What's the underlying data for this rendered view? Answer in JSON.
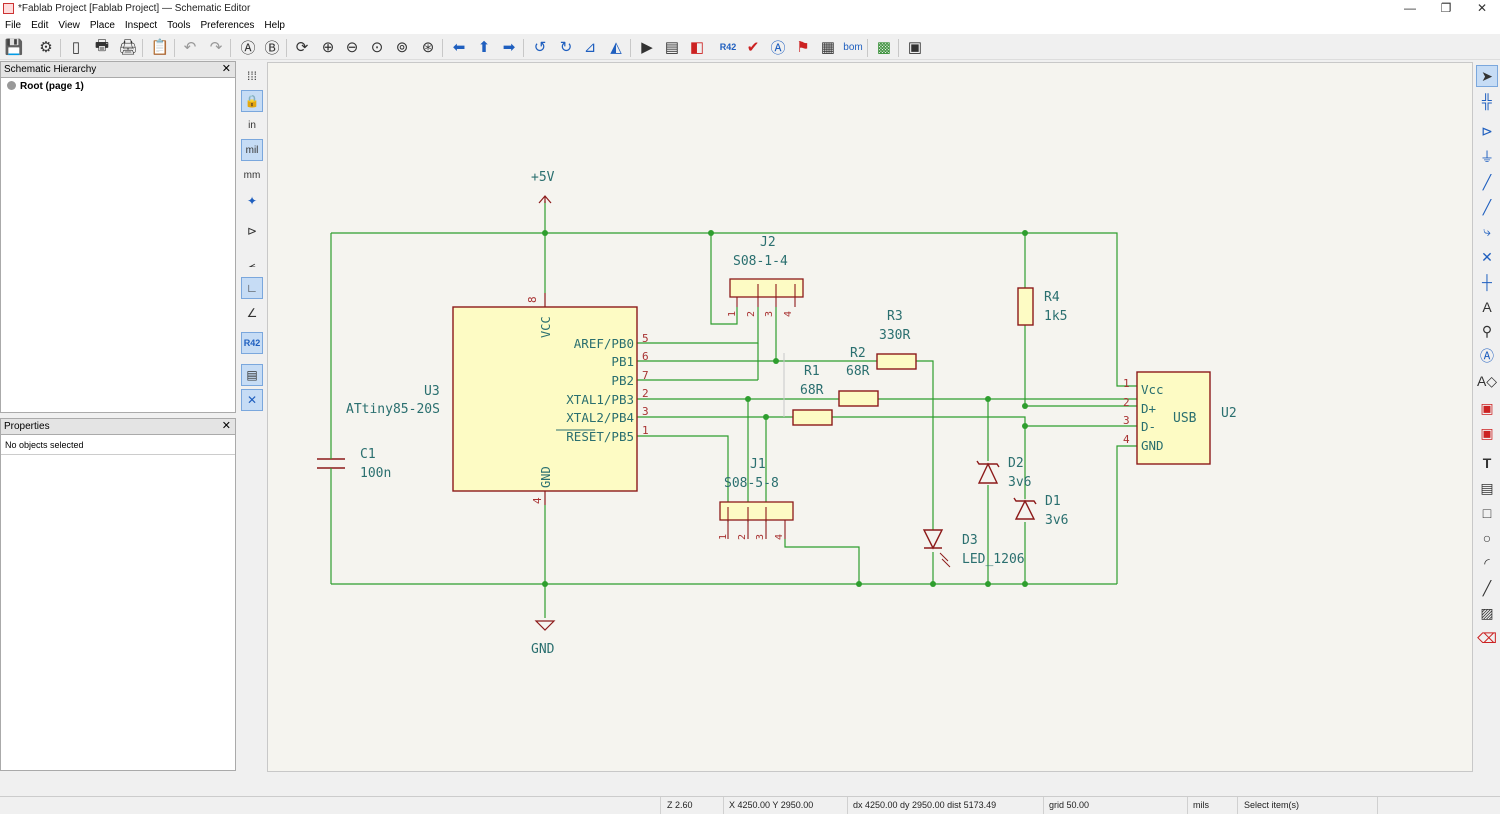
{
  "window": {
    "title": "*Fablab Project [Fablab Project] — Schematic Editor",
    "minimize": "—",
    "maximize": "❐",
    "close": "✕"
  },
  "menu": [
    "File",
    "Edit",
    "View",
    "Place",
    "Inspect",
    "Tools",
    "Preferences",
    "Help"
  ],
  "hierarchy": {
    "title": "Schematic Hierarchy",
    "close": "✕",
    "root": "Root (page 1)"
  },
  "properties": {
    "title": "Properties",
    "close": "✕",
    "selection": "No objects selected"
  },
  "left_tool_labels": {
    "in": "in",
    "mil": "mil",
    "mm": "mm"
  },
  "schematic": {
    "power_5v": "+5V",
    "gnd": "GND",
    "u3": {
      "ref": "U3",
      "value": "ATtiny85-20S",
      "pins_right": [
        {
          "name": "AREF/PB0",
          "num": "5"
        },
        {
          "name": "PB1",
          "num": "6"
        },
        {
          "name": "PB2",
          "num": "7"
        },
        {
          "name": "XTAL1/PB3",
          "num": "2"
        },
        {
          "name": "XTAL2/PB4",
          "num": "3"
        },
        {
          "name": "RESET/PB5",
          "num": "1"
        }
      ],
      "vcc": "VCC",
      "vcc_num": "8",
      "gnd": "GND",
      "gnd_num": "4"
    },
    "u2": {
      "ref": "U2",
      "value": "USB",
      "pins": [
        {
          "name": "Vcc",
          "num": "1"
        },
        {
          "name": "D+",
          "num": "2"
        },
        {
          "name": "D-",
          "num": "3"
        },
        {
          "name": "GND",
          "num": "4"
        }
      ]
    },
    "j2": {
      "ref": "J2",
      "value": "S08-1-4",
      "pins": [
        "1",
        "2",
        "3",
        "4"
      ]
    },
    "j1": {
      "ref": "J1",
      "value": "S08-5-8",
      "pins": [
        "1",
        "2",
        "3",
        "4"
      ]
    },
    "r1": {
      "ref": "R1",
      "value": "68R"
    },
    "r2": {
      "ref": "R2",
      "value": "68R"
    },
    "r3": {
      "ref": "R3",
      "value": "330R"
    },
    "r4": {
      "ref": "R4",
      "value": "1k5"
    },
    "c1": {
      "ref": "C1",
      "value": "100n"
    },
    "d1": {
      "ref": "D1",
      "value": "3v6"
    },
    "d2": {
      "ref": "D2",
      "value": "3v6"
    },
    "d3": {
      "ref": "D3",
      "value": "LED_1206"
    }
  },
  "status": {
    "zoom": "Z 2.60",
    "position": "X 4250.00  Y 2950.00",
    "delta": "dx 4250.00  dy 2950.00  dist 5173.49",
    "grid": "grid 50.00",
    "units": "mils",
    "action": "Select item(s)"
  },
  "colors": {
    "wire": "#2e9e2e",
    "component": "#8c1a1a",
    "body_fill": "#fdfbc4",
    "text": "#2a6f6f",
    "pin_text": "#a83232",
    "canvas": "#f5f4ef",
    "tool_blue": "#1f5fbf"
  }
}
